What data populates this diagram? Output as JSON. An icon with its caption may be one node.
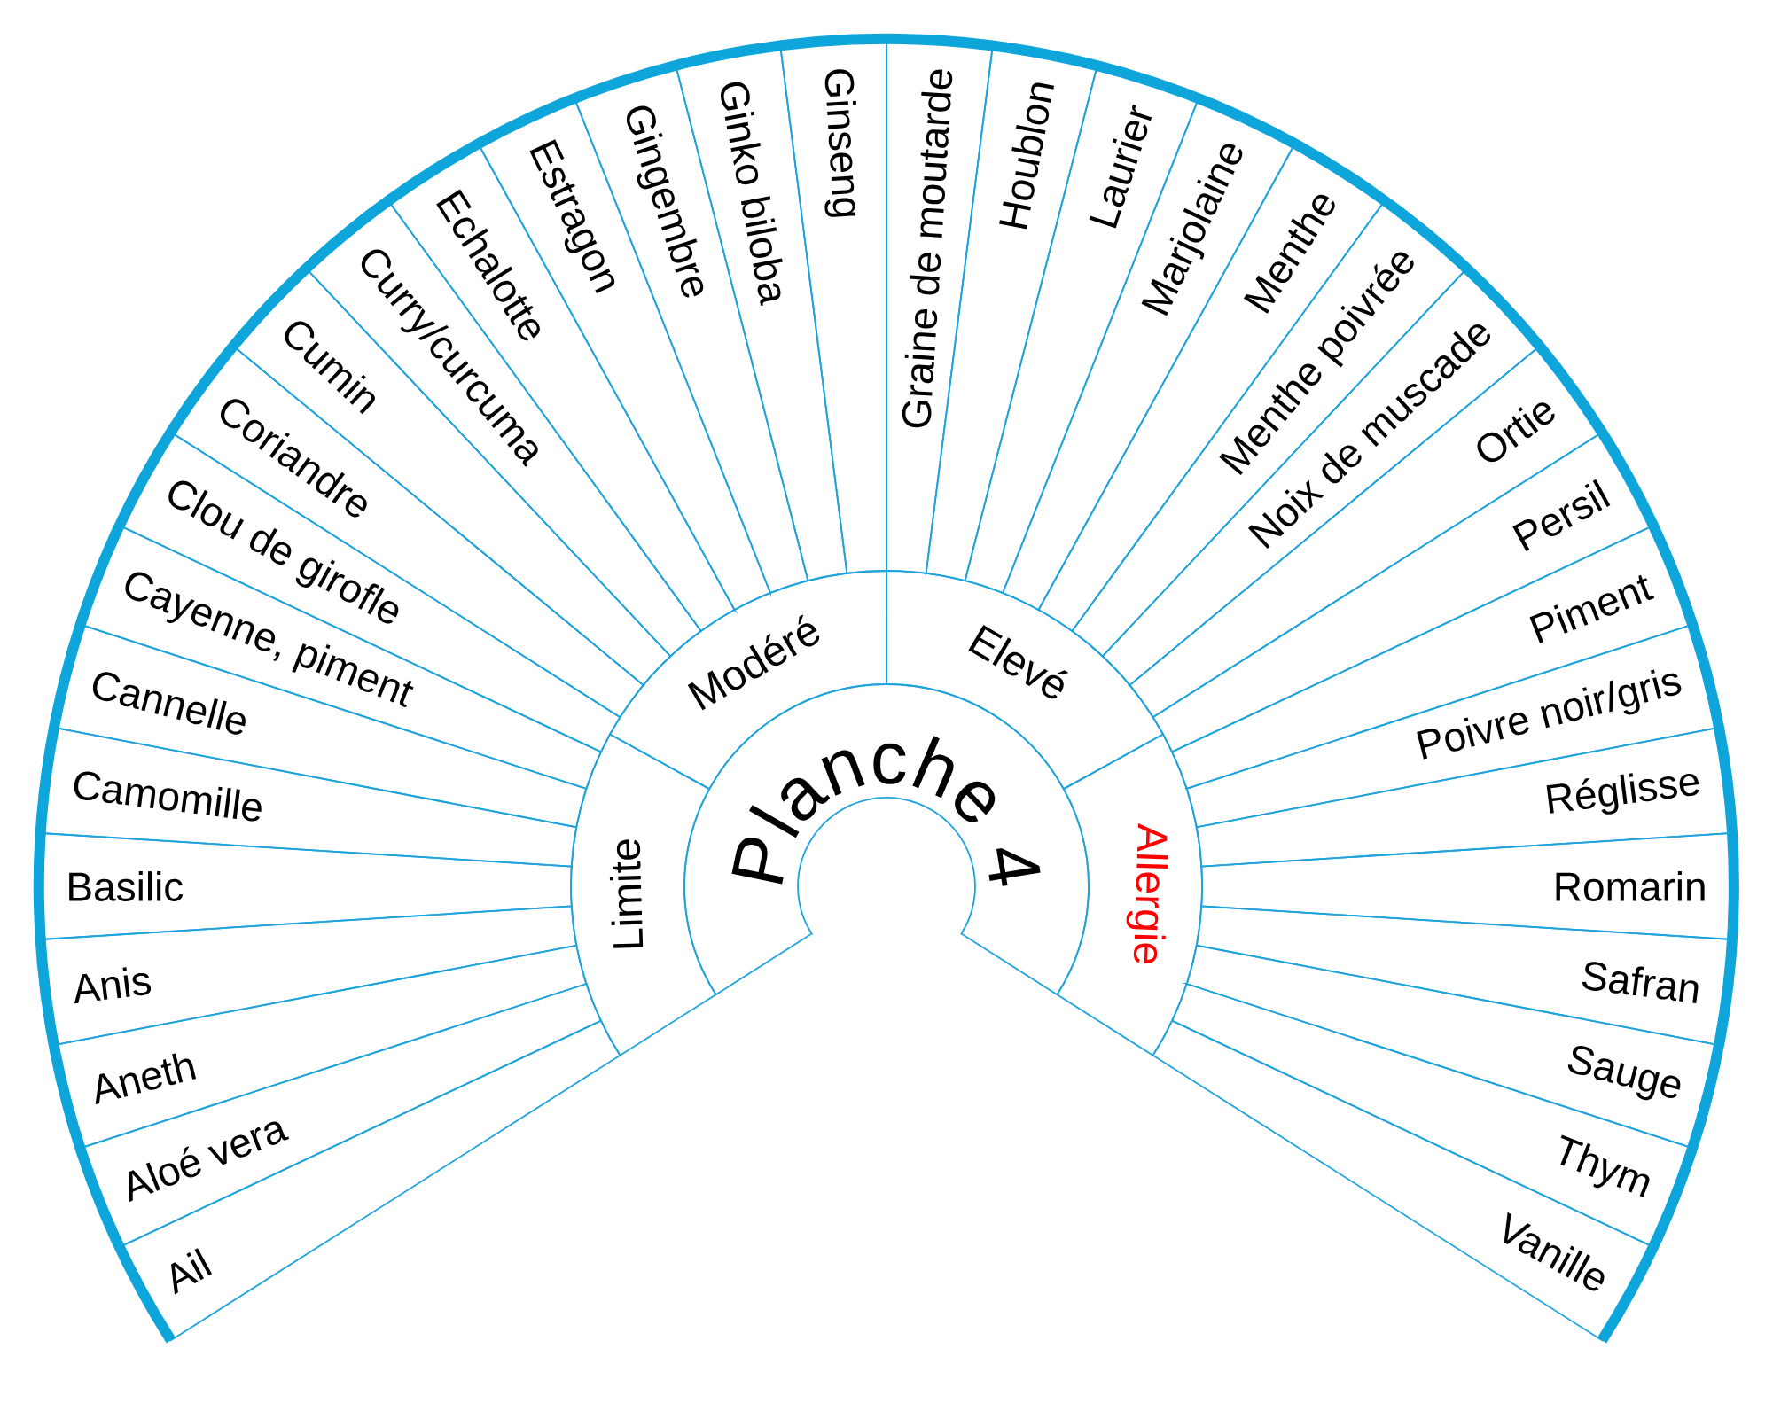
{
  "diagram": {
    "nodes": [
      {
        "text": [
          "Planche 4"
        ]
      },
      {
        "text": [
          "Limite"
        ]
      },
      {
        "text": [
          "Modéré"
        ]
      },
      {
        "text": [
          "Elevé"
        ]
      },
      {
        "text": [
          "Allergie"
        ]
      },
      {
        "text": [
          "Ail"
        ]
      },
      {
        "text": [
          "Aloé vera"
        ]
      },
      {
        "text": [
          "Aneth"
        ]
      },
      {
        "text": [
          "Anis"
        ]
      },
      {
        "text": [
          "Basilic"
        ]
      },
      {
        "text": [
          "Camomille"
        ]
      },
      {
        "text": [
          "Cannelle"
        ]
      },
      {
        "text": [
          "Cayenne, piment"
        ]
      },
      {
        "text": [
          "Clou de girofle"
        ]
      },
      {
        "text": [
          "Coriandre"
        ]
      },
      {
        "text": [
          "Cumin"
        ]
      },
      {
        "text": [
          "Curry/curcuma"
        ]
      },
      {
        "text": [
          "Echalotte"
        ]
      },
      {
        "text": [
          "Estragon"
        ]
      },
      {
        "text": [
          "Gingembre"
        ]
      },
      {
        "text": [
          "Ginko biloba"
        ]
      },
      {
        "text": [
          "Ginseng"
        ]
      },
      {
        "text": [
          "Graine de moutarde"
        ]
      },
      {
        "text": [
          "Houblon"
        ]
      },
      {
        "text": [
          "Laurier"
        ]
      },
      {
        "text": [
          "Marjolaine"
        ]
      },
      {
        "text": [
          "Menthe"
        ]
      },
      {
        "text": [
          "Menthe poivrée"
        ]
      },
      {
        "text": [
          "Noix de muscade"
        ]
      },
      {
        "text": [
          "Ortie"
        ]
      },
      {
        "text": [
          "Persil"
        ]
      },
      {
        "text": [
          "Piment"
        ]
      },
      {
        "text": [
          "Poivre noir/gris"
        ]
      },
      {
        "text": [
          "Réglisse"
        ]
      },
      {
        "text": [
          "Romarin"
        ]
      },
      {
        "text": [
          "Safran"
        ]
      },
      {
        "text": [
          "Sauge"
        ]
      },
      {
        "text": [
          "Thym"
        ]
      },
      {
        "text": [
          "Vanille"
        ]
      }
    ]
  }
}
